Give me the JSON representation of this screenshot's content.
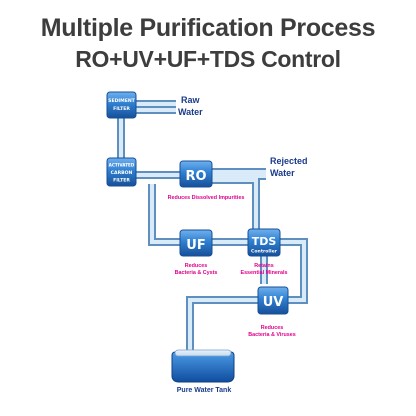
{
  "title": {
    "line1": "Multiple Purification Process",
    "line2": "RO+UV+UF+TDS Control"
  },
  "colors": {
    "pipe": "#9cc3e6",
    "pipe_edge": "#5e8fbf",
    "box": "#2f7fd0",
    "box_dark": "#174f98",
    "io_text": "#1a3b8a",
    "caption_text": "#e0008c",
    "title_text": "#3d3d3d"
  },
  "inputs": {
    "raw_water": [
      "Raw",
      "Water"
    ],
    "rejected_water": [
      "Rejected",
      "Water"
    ]
  },
  "stages": {
    "sediment": {
      "label": [
        "SEDIMENT",
        "FILTER"
      ]
    },
    "carbon": {
      "label": [
        "ACTIVATED",
        "CARBON",
        "FILTER"
      ]
    },
    "ro": {
      "label": "RO",
      "caption": [
        "Reduces Dissolved Impurities"
      ]
    },
    "uf": {
      "label": "UF",
      "caption": [
        "Reduces",
        "Bacteria & Cysts"
      ]
    },
    "tds": {
      "label": "TDS",
      "sublabel": "Controller",
      "caption": [
        "Retains",
        "Essential Minerals"
      ]
    },
    "uv": {
      "label": "UV",
      "caption": [
        "Reduces",
        "Bacteria & Viruses"
      ]
    }
  },
  "tank": {
    "label": "Pure Water Tank"
  }
}
